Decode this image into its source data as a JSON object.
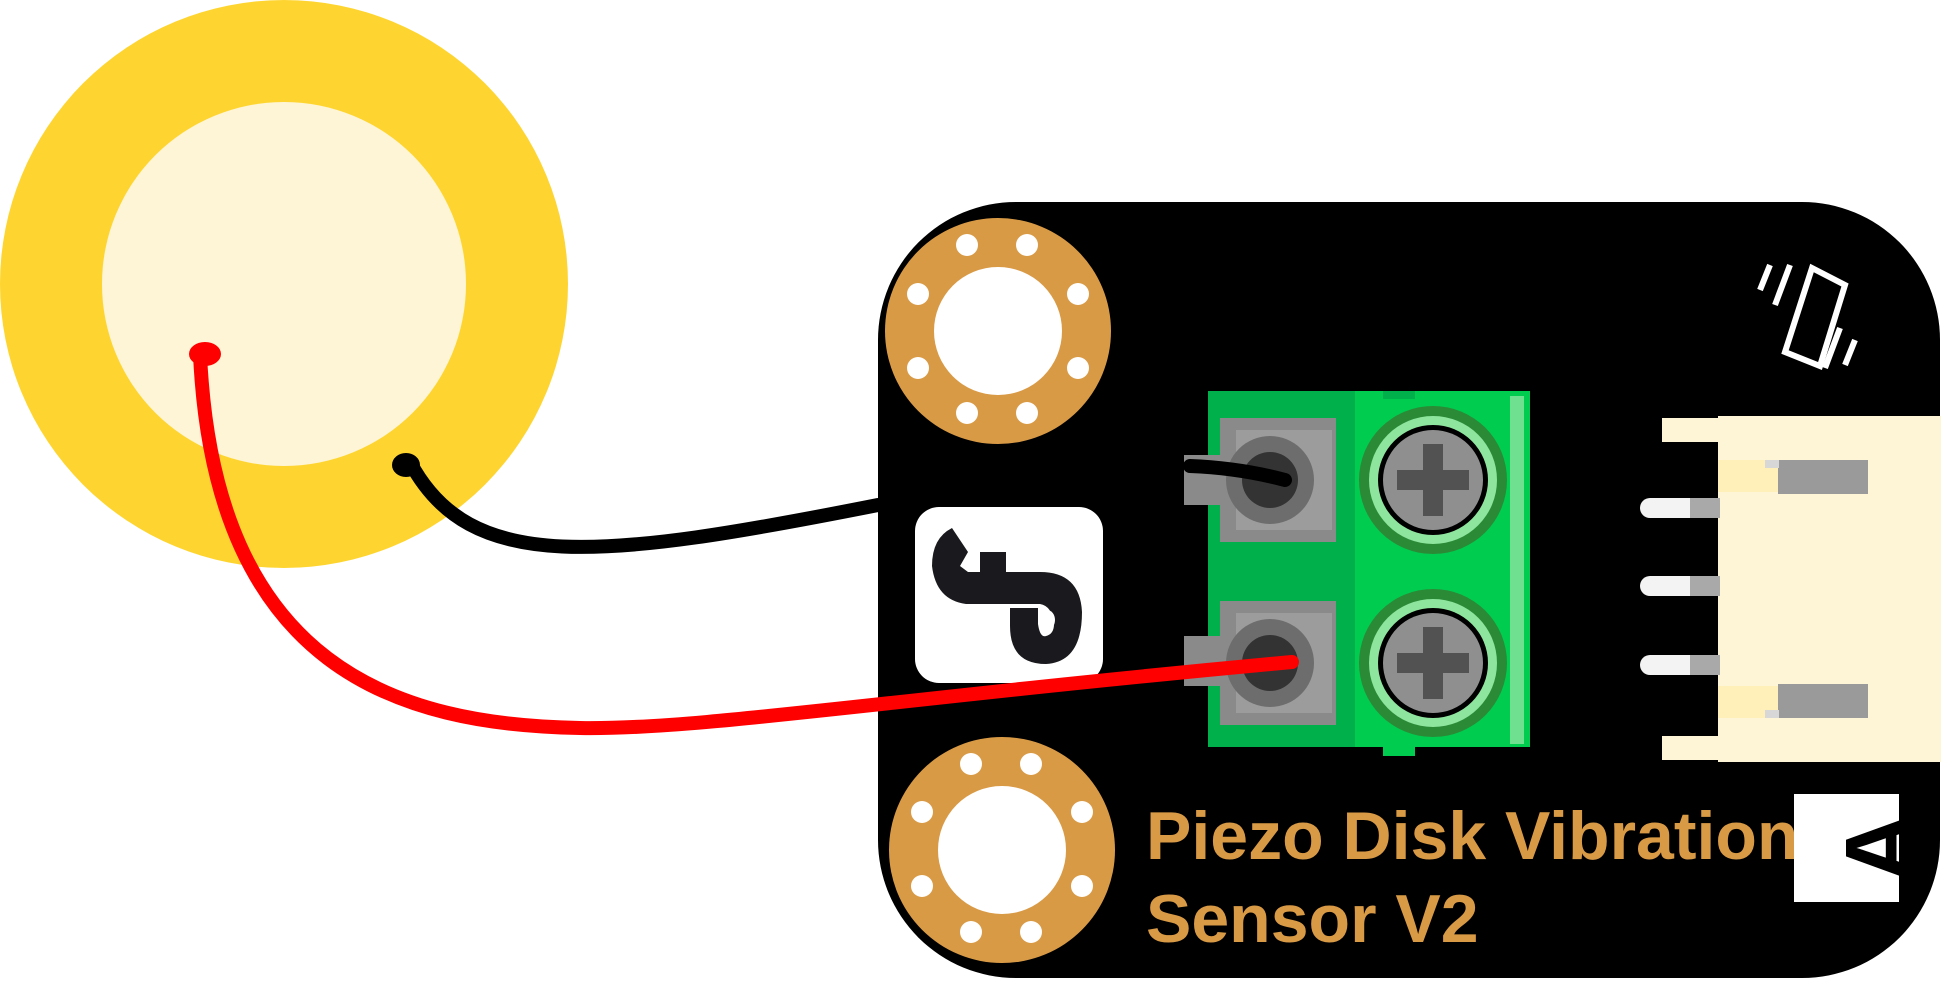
{
  "board": {
    "title_line1": "Piezo Disk Vibration",
    "title_line2": "Sensor V2",
    "badge_letter": "A",
    "logo": "dfrobot-df-logo",
    "vibration_symbol": "vibration-icon"
  },
  "colors": {
    "board": "#000000",
    "mounting_hole": "#d99a46",
    "piezo_outer": "#fed530",
    "piezo_inner": "#fef5d6",
    "wire_signal": "#ff0000",
    "wire_ground": "#000000",
    "terminal_block": "#00cc50",
    "connector_housing": "#fef4d6",
    "label_text": "#d99a46"
  }
}
